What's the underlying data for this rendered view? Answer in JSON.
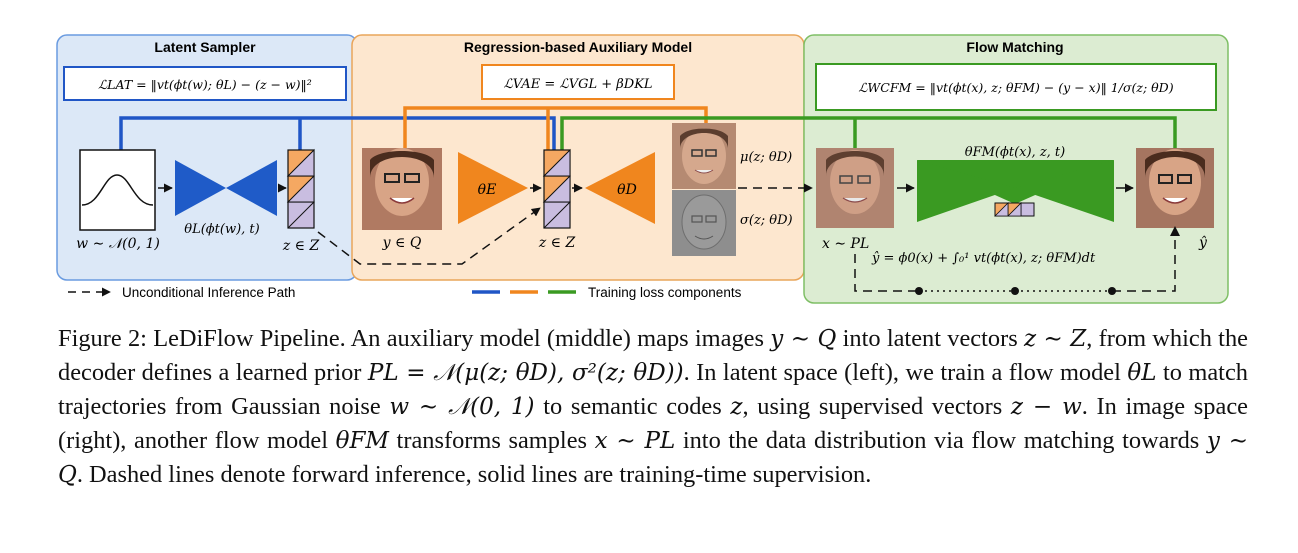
{
  "figure": {
    "panels": {
      "left": {
        "title": "Latent Sampler",
        "loss": "ℒLAT = ‖vt(ϕt(w); θL) − (z − w)‖²"
      },
      "middle": {
        "title": "Regression-based Auxiliary Model",
        "loss": "ℒVAE = ℒVGL + βDKL"
      },
      "right": {
        "title": "Flow Matching",
        "loss": "ℒWCFM = ‖vt(ϕt(x), z; θFM) − (y − x)‖ 1/σ(z; θD)"
      }
    },
    "labels": {
      "noise": "w ∼ 𝒩(0, 1)",
      "theta_L": "θL(ϕt(w), t)",
      "z_left": "z ∈ Z",
      "y_in": "y ∈ Q",
      "theta_E": "θE",
      "z_mid": "z ∈ Z",
      "theta_D": "θD",
      "mu": "μ(z; θD)",
      "sigma": "σ(z; θD)",
      "x": "x ∼ PL",
      "theta_FM": "θFM(ϕt(x), z, t)",
      "y_hat": "ŷ",
      "integral": "ŷ = ϕ0(x) + ∫₀¹ vt(ϕt(x), z; θFM)dt"
    },
    "legend": {
      "inference": "Unconditional Inference Path",
      "training": "Training loss components"
    },
    "colors": {
      "blue_panel": "#dce8f7",
      "orange_panel": "#fde7cf",
      "green_panel": "#dcecd2",
      "blue": "#2056c6",
      "orange": "#f0861e",
      "green": "#3a9a22",
      "latent_cell": "#c9bde0"
    }
  },
  "caption": {
    "label": "Figure 2:",
    "seg1": "LeDiFlow Pipeline. An auxiliary model (middle) maps images",
    "m1": "y ∼ Q",
    "seg2": "into latent vectors",
    "m2": "z ∼ Z",
    "seg3": ", from which the decoder defines a learned prior",
    "m3": "PL = 𝒩(μ(z; θD), σ²(z; θD))",
    "seg4": ". In latent space (left), we train a flow model",
    "m4": "θL",
    "seg5": "to match trajectories from Gaussian noise",
    "m5": "w ∼ 𝒩(0, 1)",
    "seg6": "to semantic codes",
    "m6": "z",
    "seg7": ", using supervised vectors",
    "m7": "z − w",
    "seg8": ". In image space (right), another flow model",
    "m8": "θFM",
    "seg9": "transforms samples",
    "m9": "x ∼ PL",
    "seg10": "into the data distribution via flow matching towards",
    "m10": "y ∼ Q",
    "seg11": ". Dashed lines denote forward inference, solid lines are training-time supervision."
  }
}
